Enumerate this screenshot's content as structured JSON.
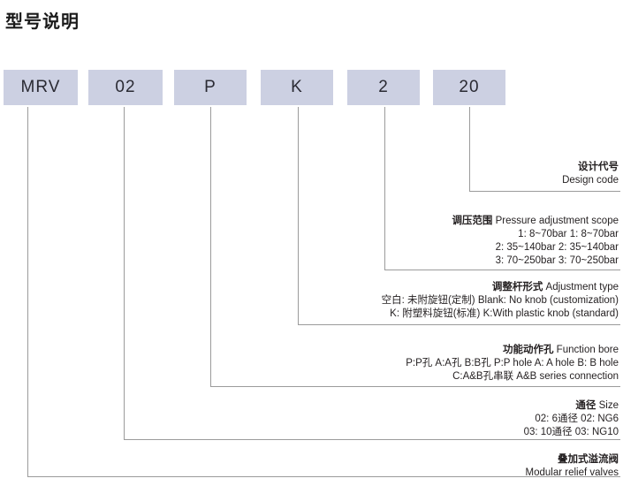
{
  "title": "型号说明",
  "colors": {
    "box_fill": "#ccd0e2",
    "line": "#9b9b9b",
    "text": "#231f20"
  },
  "code_boxes": [
    {
      "name": "series",
      "label": "MRV"
    },
    {
      "name": "size",
      "label": "02"
    },
    {
      "name": "bore",
      "label": "P"
    },
    {
      "name": "knob",
      "label": "K"
    },
    {
      "name": "pressure",
      "label": "2"
    },
    {
      "name": "design",
      "label": "20"
    }
  ],
  "sections": {
    "design_code": {
      "heading_cn": "设计代号",
      "heading_en": "Design code"
    },
    "pressure": {
      "heading_cn": "调压范围",
      "heading_en": "Pressure adjustment scope",
      "options": [
        {
          "cn": "1: 8~70bar",
          "en": "1: 8~70bar"
        },
        {
          "cn": "2: 35~140bar",
          "en": "2: 35~140bar"
        },
        {
          "cn": "3: 70~250bar",
          "en": "3: 70~250bar"
        }
      ]
    },
    "adjustment": {
      "heading_cn": "调整杆形式",
      "heading_en": "Adjustment type",
      "options": [
        {
          "cn": "空白: 未附旋钮(定制)",
          "en": "Blank: No knob (customization)"
        },
        {
          "cn": "K: 附塑料旋钮(标准)",
          "en": "K:With plastic knob (standard)"
        }
      ]
    },
    "function_bore": {
      "heading_cn": "功能动作孔",
      "heading_en": "Function bore",
      "options": [
        {
          "cn": "P:P孔  A:A孔  B:B孔",
          "en": "P:P hole   A: A hole   B: B hole"
        },
        {
          "cn": "C:A&B孔串联",
          "en": "A&B series connection"
        }
      ]
    },
    "size": {
      "heading_cn": "通径",
      "heading_en": "Size",
      "options": [
        {
          "cn": "02: 6通径",
          "en": "02: NG6"
        },
        {
          "cn": "03: 10通径",
          "en": "03: NG10"
        }
      ]
    },
    "product": {
      "heading_cn": "叠加式溢流阀",
      "heading_en": "Modular relief valves"
    }
  }
}
